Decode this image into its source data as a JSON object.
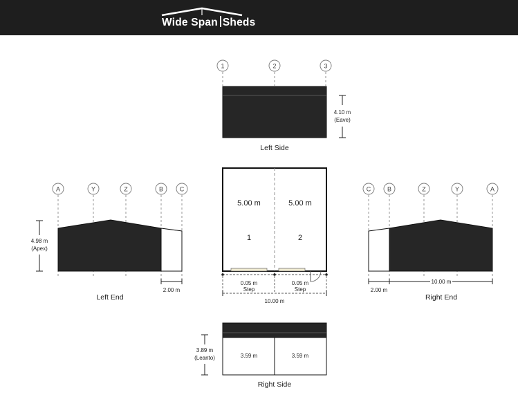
{
  "brand": {
    "name_part1": "Wide Span",
    "name_part2": "Sheds"
  },
  "colors": {
    "header": "#1e1e1e",
    "cladding": "#262626",
    "outline": "#111111",
    "guide": "#888888"
  },
  "left_side": {
    "title": "Left Side",
    "gridlines": [
      "1",
      "2",
      "3"
    ],
    "height_value": "4.10 m",
    "height_note": "(Eave)"
  },
  "floor_plan": {
    "bays": [
      {
        "width_label": "5.00 m",
        "bay_number": "1"
      },
      {
        "width_label": "5.00 m",
        "bay_number": "2"
      }
    ],
    "steps": [
      {
        "value": "0.05 m",
        "note": "Step"
      },
      {
        "value": "0.05 m",
        "note": "Step"
      }
    ],
    "total_length": "10.00 m"
  },
  "left_end": {
    "title": "Left End",
    "gridlines": [
      "A",
      "Y",
      "Z",
      "B",
      "C"
    ],
    "height_value": "4.98 m",
    "height_note": "(Apex)",
    "leanto_width": "2.00 m"
  },
  "right_end": {
    "title": "Right End",
    "gridlines": [
      "C",
      "B",
      "Z",
      "Y",
      "A"
    ],
    "leanto_width": "2.00 m",
    "main_width": "10.00 m"
  },
  "right_side": {
    "title": "Right Side",
    "height_value": "3.89 m",
    "height_note": "(Leanto)",
    "bays": [
      "3.59 m",
      "3.59 m"
    ]
  }
}
